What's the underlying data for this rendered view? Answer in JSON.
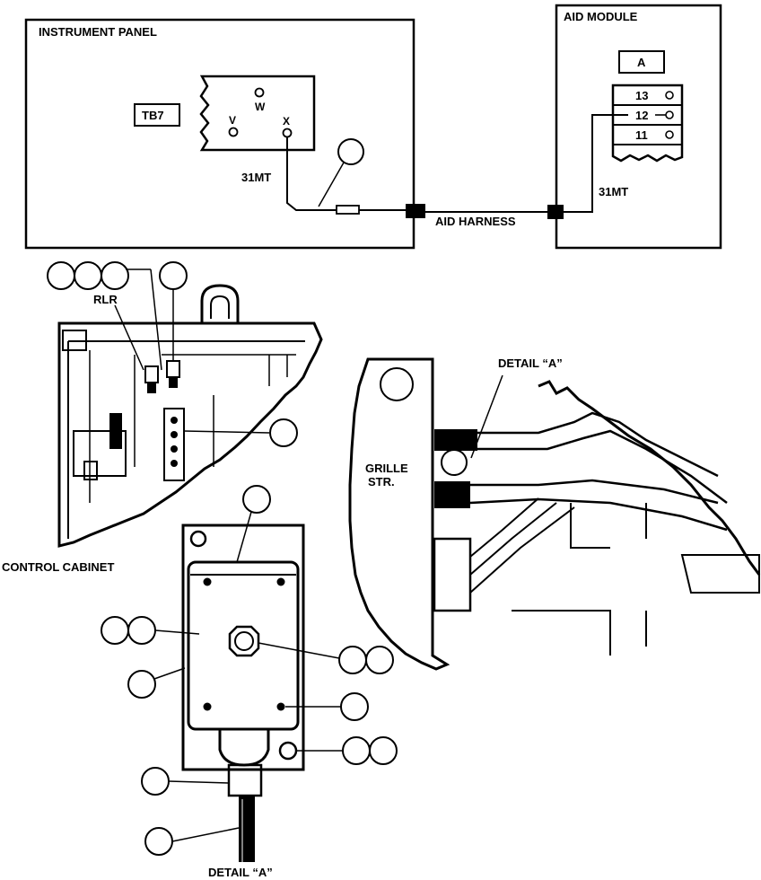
{
  "schematic": {
    "instrument_panel": {
      "title": "INSTRUMENT PANEL",
      "terminal_block": "TB7",
      "terminals": [
        "V",
        "W",
        "X"
      ],
      "wire": "31MT"
    },
    "aid_module": {
      "title": "AID MODULE",
      "connector": "A",
      "pins": [
        "13",
        "12",
        "11"
      ],
      "wire": "31MT"
    },
    "harness": "AID HARNESS"
  },
  "control_cabinet": {
    "title": "CONTROL CABINET",
    "relay_label": "RLR"
  },
  "grille": {
    "label_line1": "GRILLE",
    "label_line2": "STR.",
    "detail_ref": "DETAIL “A”"
  },
  "detail_a": {
    "caption": "DETAIL “A”"
  },
  "colors": {
    "ink": "#000000",
    "paper": "#ffffff"
  }
}
